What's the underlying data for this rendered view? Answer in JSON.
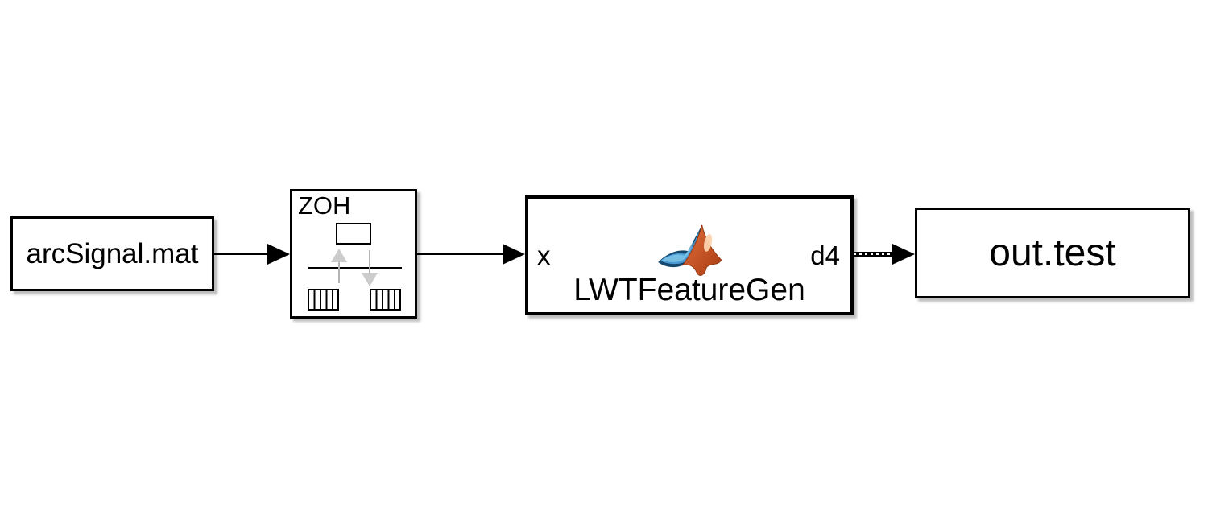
{
  "diagram": {
    "blocks": {
      "from_file": {
        "label": "arcSignal.mat",
        "kind": "From File source block"
      },
      "rate_transition": {
        "label": "ZOH",
        "kind": "Rate Transition block"
      },
      "matlab_function": {
        "label": "LWTFeatureGen",
        "input_port_label": "x",
        "output_port_label": "d4",
        "kind": "MATLAB Function block"
      },
      "to_file": {
        "label": "out.test",
        "kind": "To File sink block"
      }
    },
    "icons": {
      "matlab_logo": "matlab-logo-icon",
      "rate_transition_icon": "rate-transition-icon"
    },
    "colors": {
      "canvas_background": "#ffffff",
      "block_fill": "#ffffff",
      "block_border": "#000000",
      "block_shadow": "#bdbdbd",
      "wire": "#000000",
      "rate_arrow_gray": "#cccccc",
      "matlab_orange": "#cf4f1d",
      "matlab_orange_highlight": "#fcd3ae",
      "matlab_blue": "#4a9bd5",
      "matlab_dark_blue": "#14486f"
    }
  }
}
